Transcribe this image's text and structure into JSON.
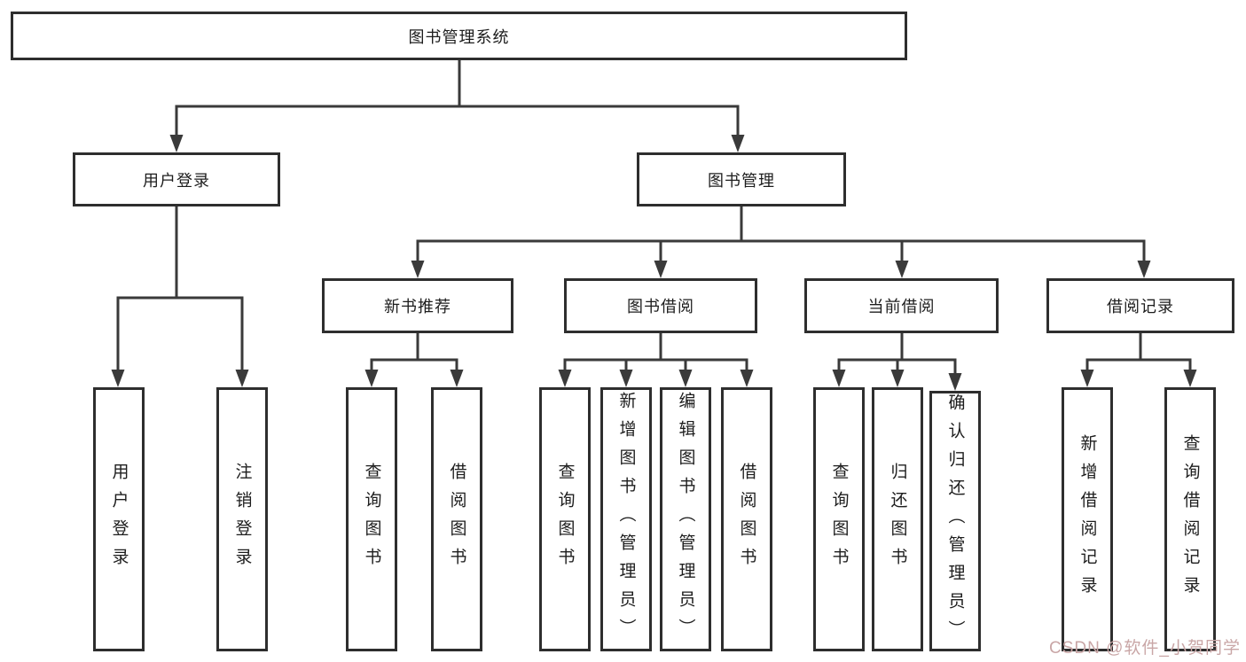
{
  "diagram": {
    "title": "图书管理系统",
    "level2": [
      {
        "label": "用户登录"
      },
      {
        "label": "图书管理"
      }
    ],
    "level3": [
      {
        "label": "新书推荐"
      },
      {
        "label": "图书借阅"
      },
      {
        "label": "当前借阅"
      },
      {
        "label": "借阅记录"
      }
    ],
    "leaves": {
      "user_login": [
        "用户登录",
        "注销登录"
      ],
      "new_book": [
        "查询图书",
        "借阅图书"
      ],
      "borrow": [
        "查询图书",
        "新增图书（管理员）",
        "编辑图书（管理员）",
        "借阅图书"
      ],
      "current": [
        "查询图书",
        "归还图书",
        "确认归还（管理员）"
      ],
      "records": [
        "新增借阅记录",
        "查询借阅记录"
      ]
    }
  },
  "watermark": "CSDN @软件_小贺同学",
  "colors": {
    "line": "#3a3a3a",
    "box_border": "#2e2e2e",
    "text": "#1d1d1d",
    "watermark": "#c9a6a6"
  }
}
